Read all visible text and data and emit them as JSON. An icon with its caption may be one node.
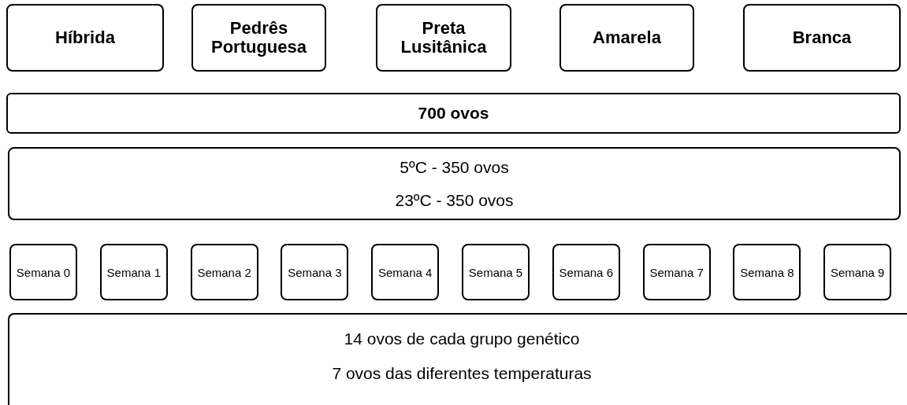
{
  "diagram": {
    "nodes": [
      {
        "text": [
          "Híbrida"
        ]
      },
      {
        "text": [
          "Pedrês Portuguesa"
        ]
      },
      {
        "text": [
          "Preta Lusitânica"
        ]
      },
      {
        "text": [
          "Amarela"
        ]
      },
      {
        "text": [
          "Branca"
        ]
      },
      {
        "text": [
          "700 ovos"
        ]
      },
      {
        "text": [
          "5ºC - 350 ovos",
          "23ºC - 350 ovos"
        ]
      },
      {
        "text": [
          "Semana 0"
        ]
      },
      {
        "text": [
          "Semana 1"
        ]
      },
      {
        "text": [
          "Semana 2"
        ]
      },
      {
        "text": [
          "Semana 3"
        ]
      },
      {
        "text": [
          "Semana 4"
        ]
      },
      {
        "text": [
          "Semana 5"
        ]
      },
      {
        "text": [
          "Semana 6"
        ]
      },
      {
        "text": [
          "Semana 7"
        ]
      },
      {
        "text": [
          "Semana 8"
        ]
      },
      {
        "text": [
          "Semana 9"
        ]
      },
      {
        "text": [
          "14 ovos de cada grupo genético",
          "7 ovos das diferentes temperaturas"
        ]
      }
    ]
  }
}
